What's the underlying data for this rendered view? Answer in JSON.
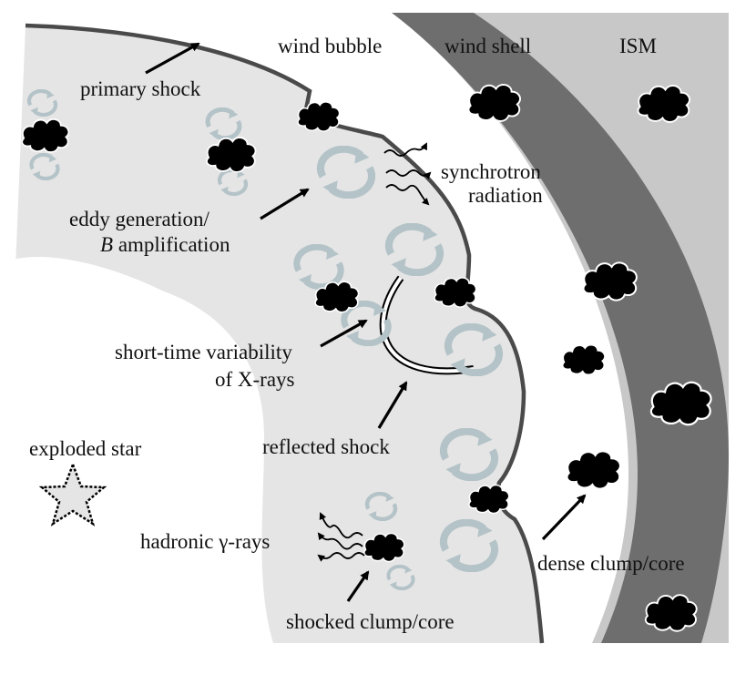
{
  "colors": {
    "ism": "#c8c8c8",
    "wind_shell": "#6e6e6e",
    "wind_bubble": "#ffffff",
    "shocked_region": "#e5e5e5",
    "shock_front": "#4a4a4a",
    "clump": "#000000",
    "eddy": "#b4c3c8"
  },
  "labels": {
    "wind_bubble": "wind bubble",
    "wind_shell": "wind shell",
    "ism": "ISM",
    "primary_shock": "primary shock",
    "synchrotron_1": "synchrotron",
    "synchrotron_2": "radiation",
    "eddy_1": "eddy generation/",
    "eddy_2_italic": "B",
    "eddy_2_rest": " amplification",
    "variability_1": "short-time variability",
    "variability_2": "of X-rays",
    "reflected_shock": "reflected shock",
    "exploded_star": "exploded star",
    "hadronic_1": "hadronic ",
    "hadronic_gamma": "γ",
    "hadronic_2": "-rays",
    "dense_clump": "dense clump/core",
    "shocked_clump": "shocked clump/core"
  }
}
